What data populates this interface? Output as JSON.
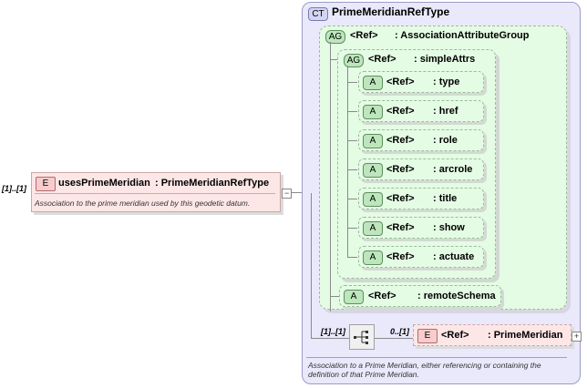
{
  "main_element": {
    "multiplicity": "[1]..[1]",
    "badge": "E",
    "name": "usesPrimeMeridian",
    "type": ": PrimeMeridianRefType",
    "doc": "Association to the prime meridian used by this geodetic datum."
  },
  "complex_type": {
    "badge": "CT",
    "name": "PrimeMeridianRefType",
    "doc": "Association to a Prime Meridian, either referencing or containing the definition of that Prime Meridian."
  },
  "attribute_groups": [
    {
      "badge": "AG",
      "ref": "<Ref>",
      "name": ": AssociationAttributeGroup"
    },
    {
      "badge": "AG",
      "ref": "<Ref>",
      "name": ": simpleAttrs"
    }
  ],
  "attributes": [
    {
      "badge": "A",
      "ref": "<Ref>",
      "name": ": type"
    },
    {
      "badge": "A",
      "ref": "<Ref>",
      "name": ": href"
    },
    {
      "badge": "A",
      "ref": "<Ref>",
      "name": ": role"
    },
    {
      "badge": "A",
      "ref": "<Ref>",
      "name": ": arcrole"
    },
    {
      "badge": "A",
      "ref": "<Ref>",
      "name": ": title"
    },
    {
      "badge": "A",
      "ref": "<Ref>",
      "name": ": show"
    },
    {
      "badge": "A",
      "ref": "<Ref>",
      "name": ": actuate"
    }
  ],
  "remote_schema": {
    "badge": "A",
    "ref": "<Ref>",
    "name": ": remoteSchema"
  },
  "sequence": {
    "multiplicity": "[1]..[1]",
    "child_multiplicity": "0..[1]",
    "child_badge": "E",
    "child_ref": "<Ref>",
    "child_name": ": PrimeMeridian"
  },
  "collapse_symbol": "−",
  "expand_symbol": "+"
}
